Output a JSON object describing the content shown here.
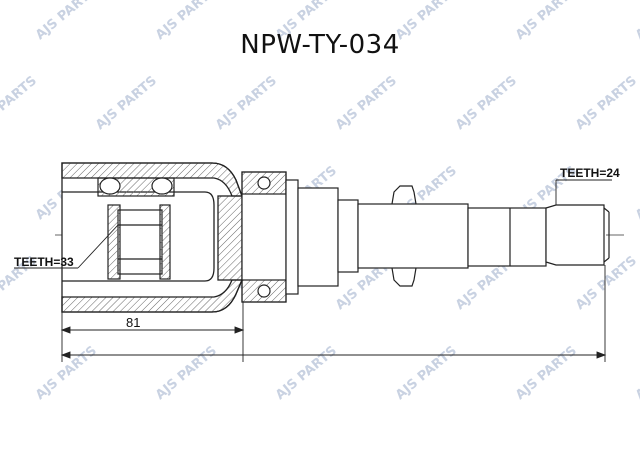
{
  "title": "NPW-TY-034",
  "labels": {
    "teeth_inner": "TEETH=33",
    "teeth_outer": "TEETH=24",
    "dim_81": "81"
  },
  "watermark": {
    "text": "AJS PARTS",
    "color": "#c9d2e2"
  },
  "colors": {
    "line": "#222222",
    "hatch": "#555555"
  }
}
